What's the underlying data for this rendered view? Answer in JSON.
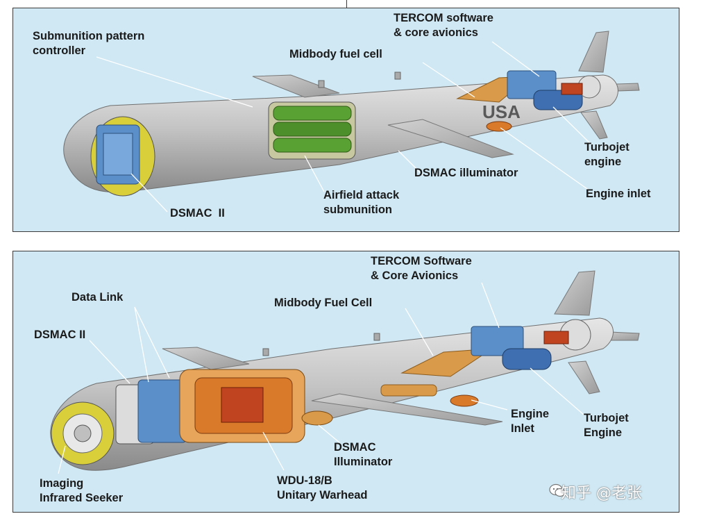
{
  "top_panel": {
    "labels": {
      "submunition_pattern_controller": "Submunition pattern\ncontroller",
      "tercom": "TERCOM software\n& core avionics",
      "midbody_fuel_cell": "Midbody fuel cell",
      "turbojet_engine": "Turbojet\nengine",
      "engine_inlet": "Engine inlet",
      "dsmac_illuminator": "DSMAC illuminator",
      "airfield_attack": "Airfield attack\nsubmunition",
      "dsmac_ii": "DSMAC  II"
    },
    "hull_marking": "USA"
  },
  "bottom_panel": {
    "labels": {
      "tercom": "TERCOM Software\n& Core Avionics",
      "midbody_fuel_cell": "Midbody Fuel Cell",
      "data_link": "Data Link",
      "dsmac_ii": "DSMAC II",
      "engine_inlet": "Engine\nInlet",
      "turbojet_engine": "Turbojet\nEngine",
      "dsmac_illuminator": "DSMAC\nIlluminator",
      "imaging_infrared_seeker": "Imaging\nInfrared Seeker",
      "warhead": "WDU-18/B\nUnitary Warhead"
    }
  },
  "watermark": "知乎 @老张",
  "colors": {
    "panel_bg": "#cfe8f3",
    "hull": "#b9b9b9",
    "hull_shadow": "#8c8c8c",
    "avionics_blue": "#5b8fc9",
    "fuel_orange": "#d99a4a",
    "submunition_green": "#5aa133",
    "structure_yellow": "#d8cf3a",
    "warhead_orange": "#d97a2a"
  }
}
